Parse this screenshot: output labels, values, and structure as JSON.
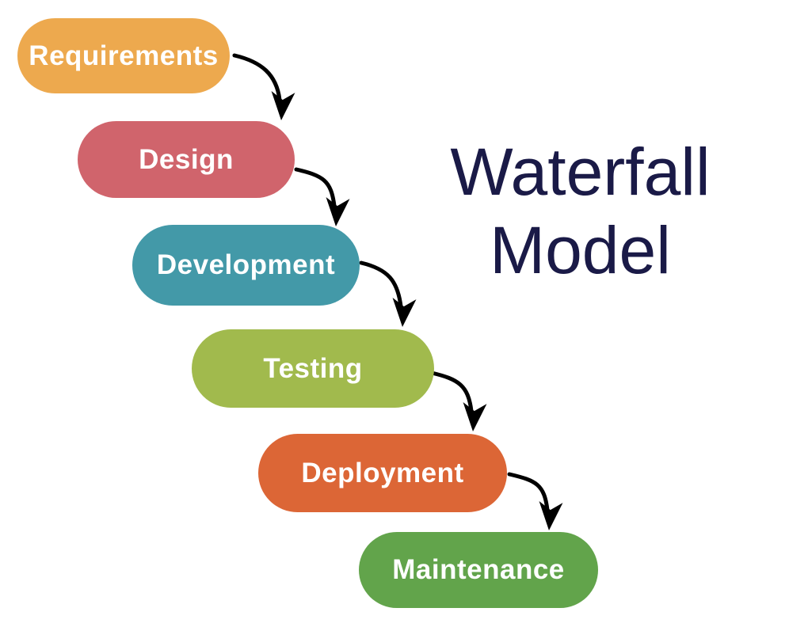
{
  "title": {
    "line1": "Waterfall",
    "line2": "Model",
    "color": "#1A1A47"
  },
  "stages": [
    {
      "label": "Requirements",
      "color": "#EDA94E"
    },
    {
      "label": "Design",
      "color": "#D0646C"
    },
    {
      "label": "Development",
      "color": "#4399A8"
    },
    {
      "label": "Testing",
      "color": "#A1BA4D"
    },
    {
      "label": "Deployment",
      "color": "#DC6636"
    },
    {
      "label": "Maintenance",
      "color": "#62A44B"
    }
  ],
  "flow": [
    {
      "from": "Requirements",
      "to": "Design"
    },
    {
      "from": "Design",
      "to": "Development"
    },
    {
      "from": "Development",
      "to": "Testing"
    },
    {
      "from": "Testing",
      "to": "Deployment"
    },
    {
      "from": "Deployment",
      "to": "Maintenance"
    }
  ],
  "label_text_color": "#FFFFFF",
  "arrow_color": "#000000",
  "background_color": "#FFFFFF"
}
